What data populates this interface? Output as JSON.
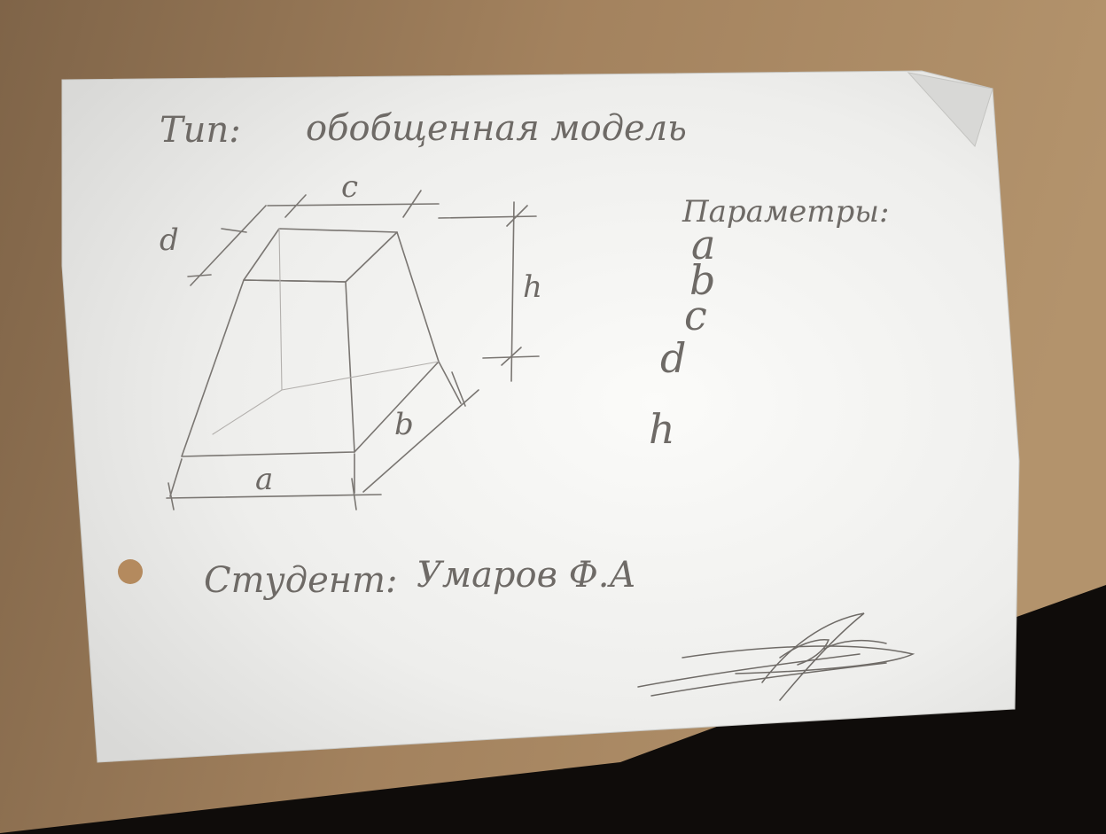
{
  "sheet": {
    "title_label": "Тип:",
    "title_value": "обобщенная модель",
    "params_heading": "Параметры:",
    "params": [
      "a",
      "b",
      "c",
      "d",
      "h"
    ],
    "student_label": "Студент:",
    "student_name": "Умаров Ф.А"
  },
  "drawing": {
    "dim_labels": {
      "a": "a",
      "b": "b",
      "c": "c",
      "d": "d",
      "h": "h"
    }
  },
  "signature": {
    "text": "Умаров"
  },
  "colors": {
    "desk": "#9a7a58",
    "desk_shadow": "#0f0c0a",
    "paper": "#f4f4f2",
    "pencil": "#6e6a66",
    "hole": "#b48a5e"
  }
}
